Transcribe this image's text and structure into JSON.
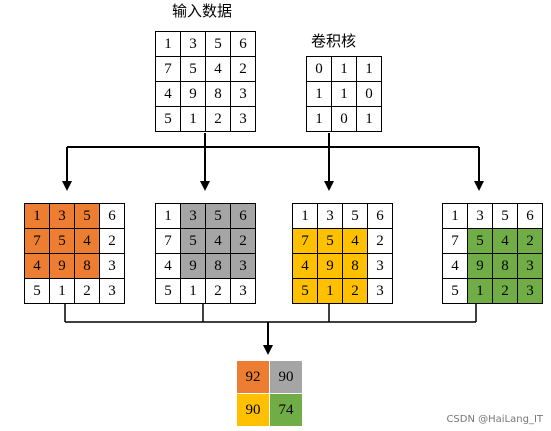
{
  "input_label": "输入数据",
  "kernel_label": "卷积核",
  "input_matrix": [
    [
      "1",
      "3",
      "5",
      "6"
    ],
    [
      "7",
      "5",
      "4",
      "2"
    ],
    [
      "4",
      "9",
      "8",
      "3"
    ],
    [
      "5",
      "1",
      "2",
      "3"
    ]
  ],
  "kernel_matrix": [
    [
      "0",
      "1",
      "1"
    ],
    [
      "1",
      "1",
      "0"
    ],
    [
      "1",
      "0",
      "1"
    ]
  ],
  "windows": [
    {
      "color": "#ed7d31",
      "origin": [
        0,
        0
      ]
    },
    {
      "color": "#a5a5a5",
      "origin": [
        0,
        1
      ]
    },
    {
      "color": "#ffc000",
      "origin": [
        1,
        0
      ]
    },
    {
      "color": "#70ad47",
      "origin": [
        1,
        1
      ]
    }
  ],
  "result": [
    [
      "92",
      "90"
    ],
    [
      "90",
      "74"
    ]
  ],
  "result_colors": [
    [
      "#ed7d31",
      "#a5a5a5"
    ],
    [
      "#ffc000",
      "#70ad47"
    ]
  ],
  "watermark": "CSDN @HaiLang_IT"
}
